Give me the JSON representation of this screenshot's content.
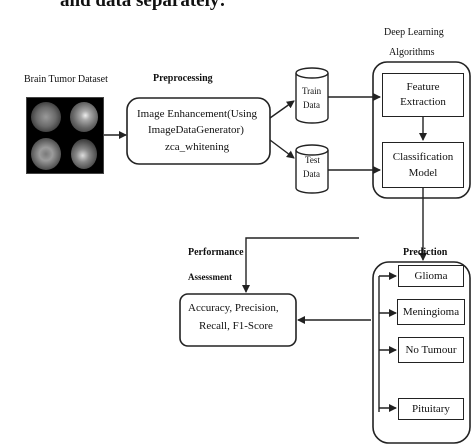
{
  "header_fragment": "and data separately:",
  "dataset": {
    "title": "Brain Tumor Dataset"
  },
  "preprocessing": {
    "title": "Preprocessing",
    "line1": "Image Enhancement(Using",
    "line2": "ImageDataGenerator)",
    "line3": "zca_whitening"
  },
  "train_data": {
    "line1": "Train",
    "line2": "Data"
  },
  "test_data": {
    "line1": "Test",
    "line2": "Data"
  },
  "deep_learning": {
    "title_line1": "Deep Learning",
    "title_line2": "Algorithms",
    "feature": {
      "line1": "Feature",
      "line2": "Extraction"
    },
    "classification": {
      "line1": "Classification",
      "line2": "Model"
    }
  },
  "performance": {
    "title_line1": "Performance",
    "title_line2": "Assessment",
    "metrics_line1": "Accuracy, Precision,",
    "metrics_line2": "Recall, F1-Score"
  },
  "prediction": {
    "title": "Prediction",
    "classes": [
      "Glioma",
      "Meningioma",
      "No Tumour",
      "Pituitary"
    ]
  }
}
